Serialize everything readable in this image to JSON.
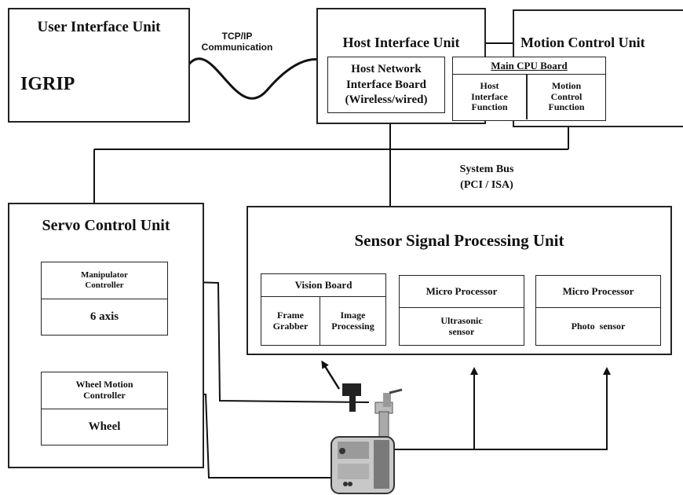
{
  "user_interface_unit": {
    "title": "User Interface Unit",
    "software": "IGRIP",
    "link_label_line1": "TCP/IP",
    "link_label_line2": "Communication"
  },
  "host_interface_unit": {
    "title": "Host Interface Unit",
    "network_board_line1": "Host Network",
    "network_board_line2": "Interface Board",
    "network_board_line3": "(Wireless/wired)"
  },
  "motion_control_unit": {
    "title": "Motion Control Unit",
    "main_cpu_board": "Main CPU Board",
    "host_function_line1": "Host",
    "host_function_line2": "Interface",
    "host_function_line3": "Function",
    "motion_function_line1": "Motion",
    "motion_function_line2": "Control",
    "motion_function_line3": "Function"
  },
  "system_bus": {
    "line1": "System Bus",
    "line2": "(PCI / ISA)"
  },
  "servo_control_unit": {
    "title": "Servo Control Unit",
    "manipulator_line1": "Manipulator",
    "manipulator_line2": "Controller",
    "manipulator_axis": "6 axis",
    "wheel_line1": "Wheel Motion",
    "wheel_line2": "Controller",
    "wheel_label": "Wheel"
  },
  "sensor_signal_processing_unit": {
    "title": "Sensor Signal Processing Unit",
    "vision_board": "Vision Board",
    "frame_grabber_line1": "Frame",
    "frame_grabber_line2": "Grabber",
    "image_processing_line1": "Image",
    "image_processing_line2": "Processing",
    "micro_processor_1": "Micro Processor",
    "ultrasonic_line1": "Ultrasonic",
    "ultrasonic_line2": "sensor",
    "micro_processor_2": "Micro Processor",
    "photo_sensor": "Photo  sensor"
  }
}
